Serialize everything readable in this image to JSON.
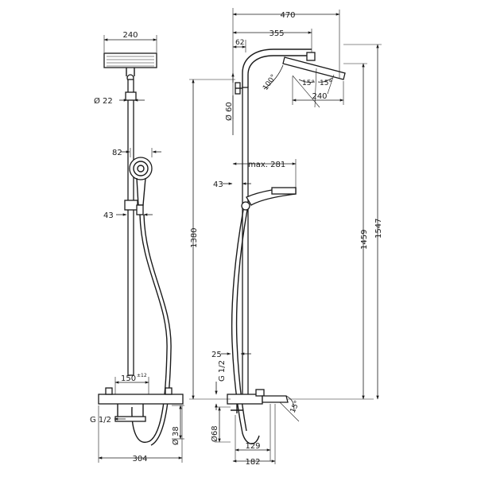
{
  "dimensions": {
    "front_head_width": "240",
    "front_pipe_diameter": "Ø 22",
    "front_hand_shower_width": "82",
    "front_hand_shower_offset": "43",
    "front_mount_spacing": "150",
    "front_mount_tolerance": "±12",
    "front_inlet_thread": "G 1/2",
    "front_thermostat_diameter": "Ø 38",
    "front_total_width": "304",
    "side_total_projection": "470",
    "side_arm_length": "355",
    "side_wall_offset": "62",
    "side_head_tilt": "100°",
    "side_head_angle_left": "15°",
    "side_head_angle_right": "15°",
    "side_head_width": "240",
    "side_pipe_diameter": "Ø 60",
    "side_hand_shower_reach": "max. 281",
    "side_hand_shower_offset": "43",
    "side_inlet_height": "25",
    "side_inlet_thread": "G 1/2",
    "side_body_diameter": "Ø68",
    "side_spout_angle": "15°",
    "side_spout_depth": "129",
    "side_total_depth": "182",
    "height_column": "1380",
    "height_head_low": "1459",
    "height_head_top": "1547"
  }
}
